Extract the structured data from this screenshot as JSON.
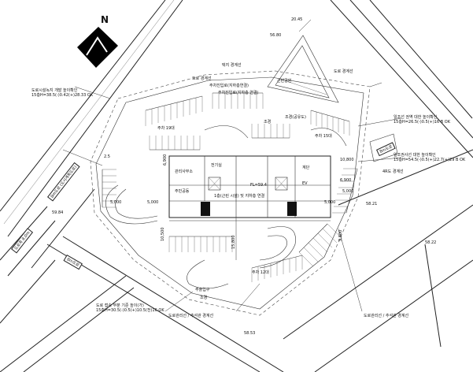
{
  "north_label": "N",
  "callouts": {
    "lower_left": {
      "line1": "도로 접속 부분 기준 높이(가)",
      "line2": "15층H=30.5(-)0.5(+)10.5(전)16 OK"
    },
    "left_top": {
      "line1": "도로시설녹지 개발 높이확인",
      "line2": "15층H=38.5(-)0.42(+)28.33 OK"
    },
    "right_top": {
      "line1": "일조선 권역 대한 높이확인",
      "line2": "15층H=26.5(-)0.5(+)16 B OK"
    },
    "right_mid": {
      "line1": "일조권사선 대한 높이확인",
      "line2": "15층H=54.5(-)0.5(+)22.7(+)29 B OK"
    },
    "bottom_left_label": "도로관리선 / 추석관 경계선",
    "bottom_right_label": "도로관리선 / 추석관 경계선",
    "top_label_1": "택지 경계선",
    "top_label_2": "도로 경계선",
    "top_right_label": "도로 경계선",
    "right_label": "4R도 경계선"
  },
  "roads": {
    "left_vertical": "도로폭 8.0m",
    "left_upper": "8m도로 (도시계획도로)",
    "bottom_left": "8m도로",
    "right_upper": "8m도로"
  },
  "dimensions": {
    "top_right": "56.80",
    "top_right_2": "20.45",
    "left_mid": "59.84",
    "left_low": "2.5",
    "right_mid": "58.21",
    "bottom": "58.53",
    "bottom_right": "58.22",
    "center_1": "5,000",
    "center_2": "5,000",
    "center_3": "5,000",
    "center_4": "5,000",
    "vert_1": "10,500",
    "vert_2": "15,800",
    "vert_3": "6,900",
    "vert_4": "9,800",
    "right_1": "10,800",
    "right_2": "6,900"
  },
  "building": {
    "label_top": "주차진입로(지하층연결)",
    "label_top2": "주차진입로(지하층 연결)",
    "label_upper": "조경(공유도)",
    "fl_note": "FL=59.4",
    "ground_note": "1층(근린 시설) 및 지하층 연결",
    "room_a": "관리사무소",
    "room_b": "전기실",
    "room_c": "주민공동",
    "elev": "EV",
    "stair": "계단"
  },
  "parking_tags": {
    "p1": "주차 19대",
    "p2": "주차 12대",
    "p3": "주차 15대"
  },
  "misc": {
    "lot_label": "근린공원",
    "tag_1": "조경",
    "tag_2": "조경",
    "tag_3": "주출입구"
  }
}
